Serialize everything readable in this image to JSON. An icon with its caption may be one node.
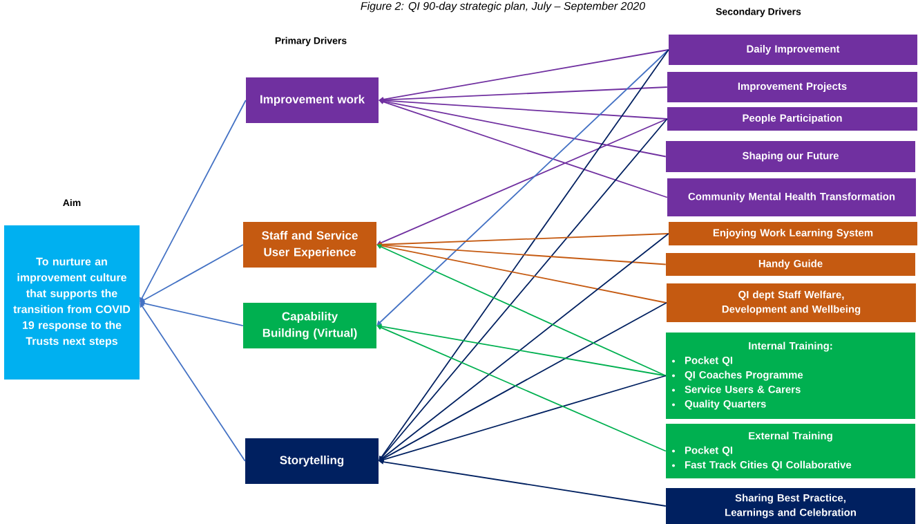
{
  "diagram": {
    "title": "Figure 2: QI 90-day strategic plan, July – September 2020",
    "nodes": [
      {
        "text": [
          "Aim",
          "To nurture an improvement culture that supports the transition from COVID 19 response to the Trusts next steps"
        ]
      },
      {
        "text": [
          "Improvement work"
        ]
      },
      {
        "text": [
          "Staff and Service User Experience"
        ]
      },
      {
        "text": [
          "Capability Building (Virtual)"
        ]
      },
      {
        "text": [
          "Storytelling"
        ]
      },
      {
        "text": [
          "Daily Improvement"
        ]
      },
      {
        "text": [
          "Improvement Projects"
        ]
      },
      {
        "text": [
          "People Participation"
        ]
      },
      {
        "text": [
          "Shaping our Future"
        ]
      },
      {
        "text": [
          "Community Mental Health Transformation"
        ]
      },
      {
        "text": [
          "Enjoying Work  Learning System"
        ]
      },
      {
        "text": [
          "Handy Guide"
        ]
      },
      {
        "text": [
          "QI dept Staff Welfare, Development and Wellbeing"
        ]
      },
      {
        "text": [
          "Internal Training:",
          "Pocket QI",
          "QI Coaches Programme",
          "Service Users & Carers",
          "Quality Quarters"
        ]
      },
      {
        "text": [
          "External Training",
          "Pocket QI",
          "Fast Track Cities QI Collaborative"
        ]
      },
      {
        "text": [
          "Sharing Best Practice, Learnings and Celebration"
        ]
      }
    ],
    "edges": [
      {
        "from": 1,
        "to": 0,
        "arrow": "to",
        "color": "#4472c4"
      },
      {
        "from": 2,
        "to": 0,
        "arrow": "to",
        "color": "#4472c4"
      },
      {
        "from": 3,
        "to": 0,
        "arrow": "to",
        "color": "#4472c4"
      },
      {
        "from": 4,
        "to": 0,
        "arrow": "to",
        "color": "#4472c4"
      },
      {
        "from": 5,
        "to": 1,
        "arrow": "to",
        "color": "#7030a0"
      },
      {
        "from": 6,
        "to": 1,
        "arrow": "to",
        "color": "#7030a0"
      },
      {
        "from": 7,
        "to": 1,
        "arrow": "to",
        "color": "#7030a0"
      },
      {
        "from": 8,
        "to": 1,
        "arrow": "to",
        "color": "#7030a0"
      },
      {
        "from": 9,
        "to": 1,
        "arrow": "to",
        "color": "#7030a0"
      },
      {
        "from": 7,
        "to": 2,
        "arrow": "to",
        "color": "#7030a0"
      },
      {
        "from": 5,
        "to": 3,
        "arrow": "to",
        "color": "#4472c4"
      },
      {
        "from": 5,
        "to": 4,
        "arrow": "to",
        "color": "#002060"
      },
      {
        "from": 7,
        "to": 4,
        "arrow": "to",
        "color": "#002060"
      },
      {
        "from": 10,
        "to": 2,
        "arrow": "to",
        "color": "#c55a11"
      },
      {
        "from": 11,
        "to": 2,
        "arrow": "to",
        "color": "#c55a11"
      },
      {
        "from": 12,
        "to": 2,
        "arrow": "to",
        "color": "#c55a11"
      },
      {
        "from": 10,
        "to": 4,
        "arrow": "to",
        "color": "#002060"
      },
      {
        "from": 12,
        "to": 4,
        "arrow": "to",
        "color": "#002060"
      },
      {
        "from": 13,
        "to": 3,
        "arrow": "to",
        "color": "#00b050"
      },
      {
        "from": 13,
        "to": 2,
        "arrow": "to",
        "color": "#00b050"
      },
      {
        "from": 13,
        "to": 4,
        "arrow": "to",
        "color": "#002060"
      },
      {
        "from": 14,
        "to": 3,
        "arrow": "to",
        "color": "#00b050"
      },
      {
        "from": 15,
        "to": 4,
        "arrow": "to",
        "color": "#002060"
      }
    ],
    "labels": [
      "Primary Drivers",
      "Secondary Drivers"
    ]
  }
}
